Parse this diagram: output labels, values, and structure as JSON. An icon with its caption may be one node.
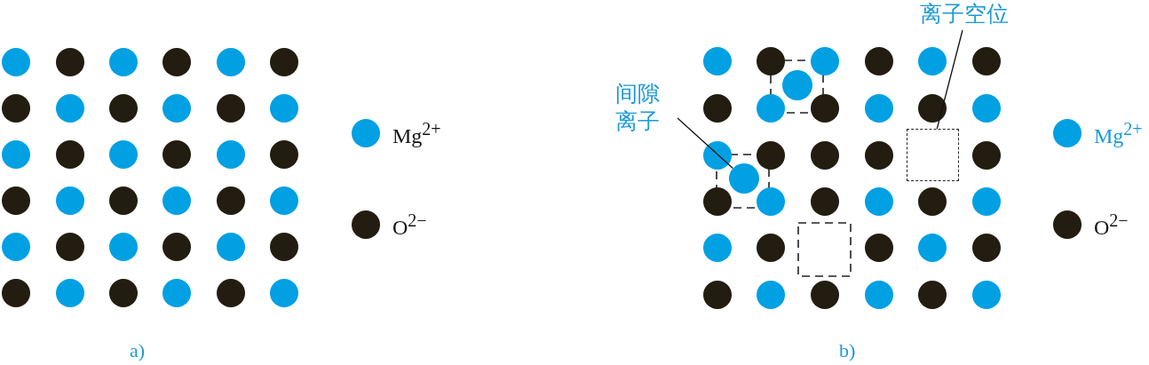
{
  "diagram": {
    "nodes": [
      {
        "text": [
          "间隙离子"
        ]
      },
      {
        "text": [],
        "shape": "circle"
      },
      {
        "text": [
          "离子空位"
        ]
      },
      {
        "text": [],
        "shape": "box"
      }
    ],
    "edges": [
      {
        "from": 0,
        "to": 1,
        "arrow": "none"
      },
      {
        "from": 2,
        "to": 3,
        "arrow": "none"
      }
    ],
    "labels": [
      "a)",
      "b)"
    ],
    "legend": [
      {
        "text": "Mg$^{2+}$",
        "color": "#00a0e3"
      },
      {
        "text": "O$^{2−}$",
        "color": "#221d10"
      },
      {
        "text": "Mg$^{2+}$",
        "color": "#00a0e3"
      },
      {
        "text": "O$^{2−}$",
        "color": "#221d10"
      }
    ]
  }
}
